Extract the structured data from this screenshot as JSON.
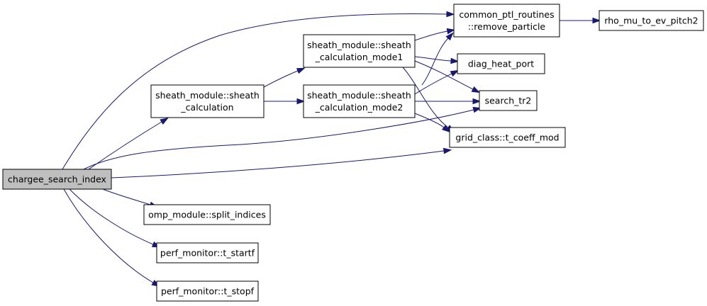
{
  "colors": {
    "edge": "#191970",
    "root_fill": "#bfbfbf",
    "node_fill": "#ffffff",
    "node_border": "#000000"
  },
  "nodes": [
    {
      "id": "chargee",
      "lines": [
        "chargee_search_index"
      ],
      "root": true
    },
    {
      "id": "sheath_calc",
      "lines": [
        "sheath_module::sheath",
        "_calculation"
      ]
    },
    {
      "id": "mode1",
      "lines": [
        "sheath_module::sheath",
        "_calculation_mode1"
      ]
    },
    {
      "id": "mode2",
      "lines": [
        "sheath_module::sheath",
        "_calculation_mode2"
      ]
    },
    {
      "id": "remove_particle",
      "lines": [
        "common_ptl_routines",
        "::remove_particle"
      ]
    },
    {
      "id": "rho_mu",
      "lines": [
        "rho_mu_to_ev_pitch2"
      ]
    },
    {
      "id": "diag_heat",
      "lines": [
        "diag_heat_port"
      ]
    },
    {
      "id": "search_tr2",
      "lines": [
        "search_tr2"
      ]
    },
    {
      "id": "t_coeff",
      "lines": [
        "grid_class::t_coeff_mod"
      ]
    },
    {
      "id": "split_indices",
      "lines": [
        "omp_module::split_indices"
      ]
    },
    {
      "id": "t_startf",
      "lines": [
        "perf_monitor::t_startf"
      ]
    },
    {
      "id": "t_stopf",
      "lines": [
        "perf_monitor::t_stopf"
      ]
    }
  ],
  "edges": [
    {
      "from": "chargee",
      "to": "sheath_calc"
    },
    {
      "from": "chargee",
      "to": "remove_particle"
    },
    {
      "from": "chargee",
      "to": "search_tr2"
    },
    {
      "from": "chargee",
      "to": "t_coeff"
    },
    {
      "from": "chargee",
      "to": "split_indices"
    },
    {
      "from": "chargee",
      "to": "t_startf"
    },
    {
      "from": "chargee",
      "to": "t_stopf"
    },
    {
      "from": "sheath_calc",
      "to": "mode1"
    },
    {
      "from": "sheath_calc",
      "to": "mode2"
    },
    {
      "from": "mode1",
      "to": "remove_particle"
    },
    {
      "from": "mode1",
      "to": "diag_heat"
    },
    {
      "from": "mode1",
      "to": "search_tr2"
    },
    {
      "from": "mode1",
      "to": "t_coeff"
    },
    {
      "from": "mode2",
      "to": "remove_particle"
    },
    {
      "from": "mode2",
      "to": "diag_heat"
    },
    {
      "from": "mode2",
      "to": "search_tr2"
    },
    {
      "from": "mode2",
      "to": "t_coeff"
    },
    {
      "from": "remove_particle",
      "to": "rho_mu"
    }
  ]
}
